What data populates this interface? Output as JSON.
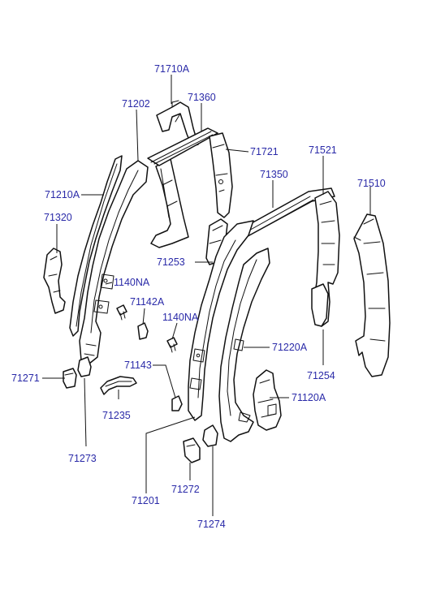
{
  "diagram": {
    "labels": {
      "p71710A": "71710A",
      "p71202": "71202",
      "p71360": "71360",
      "p71721": "71721",
      "p71521": "71521",
      "p71350": "71350",
      "p71510": "71510",
      "p71210A": "71210A",
      "p71320": "71320",
      "p71253": "71253",
      "p1140NA_a": "1140NA",
      "p71142A": "71142A",
      "p1140NA_b": "1140NA",
      "p71220A": "71220A",
      "p71143": "71143",
      "p71271": "71271",
      "p71254": "71254",
      "p71120A": "71120A",
      "p71235": "71235",
      "p71273": "71273",
      "p71201": "71201",
      "p71272": "71272",
      "p71274": "71274"
    },
    "colors": {
      "label": "#2a2aa8",
      "line": "#111111",
      "background": "#ffffff"
    }
  }
}
